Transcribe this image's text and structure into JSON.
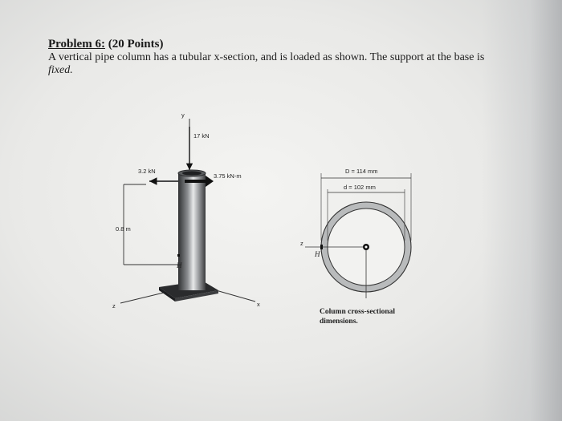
{
  "problem": {
    "number": "Problem 6:",
    "points": "(20 Points)",
    "text_main": "A vertical pipe column has a tubular x-section, and is loaded as shown. The support at the base is",
    "text_end": "fixed."
  },
  "figure": {
    "axial_load": "17 kN",
    "lateral_load": "3.2 kN",
    "moment": "3.75 kN-m",
    "height": "0.8 m",
    "point_h": "H",
    "axis_x": "x",
    "axis_y": "y",
    "axis_z": "z",
    "outer_diameter": "D = 114 mm",
    "inner_diameter": "d = 102 mm",
    "section_point_h": "H",
    "section_axis_z": "z",
    "caption_line1": "Column cross-sectional",
    "caption_line2": "dimensions."
  },
  "colors": {
    "pipe_dark": "#3a3b3d",
    "ring_fill": "#b9bbbc",
    "ink": "#222222"
  }
}
